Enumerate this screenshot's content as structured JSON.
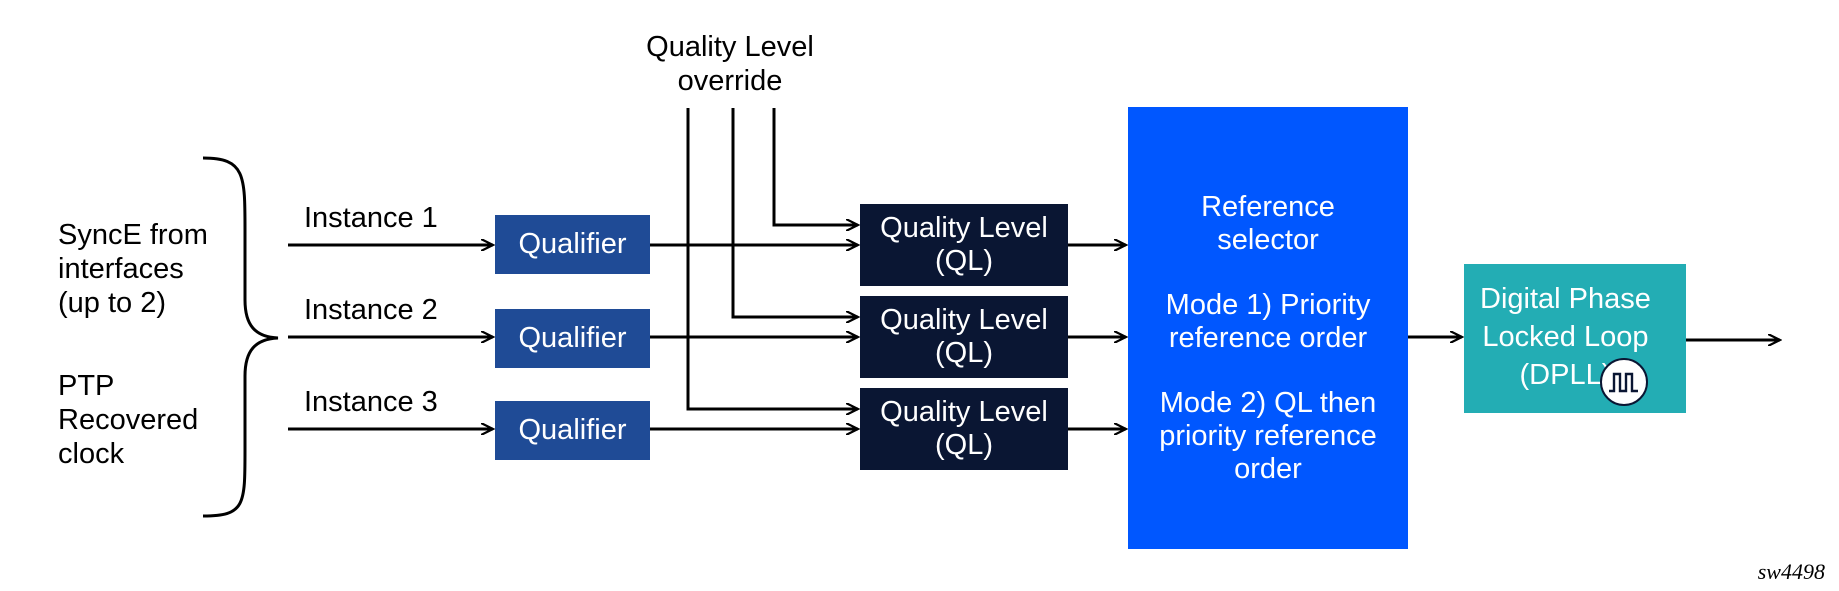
{
  "left_sources": {
    "synce": "SyncE from\ninterfaces\n(up to 2)",
    "ptp": "PTP\nRecovered\nclock"
  },
  "override_label": "Quality Level\noverride",
  "instances": [
    "Instance 1",
    "Instance 2",
    "Instance 3"
  ],
  "qualifier_label": "Qualifier",
  "ql_blocks": [
    {
      "line1": "Quality Level",
      "line2": "(QL)"
    },
    {
      "line1": "Quality Level",
      "line2": "(QL)"
    },
    {
      "line1": "Quality Level",
      "line2": "(QL)"
    }
  ],
  "selector": {
    "title": "Reference\nselector",
    "mode1": "Mode 1) Priority\nreference order",
    "mode2": "Mode 2) QL then\npriority reference\norder"
  },
  "dpll": {
    "label": "Digital Phase\nLocked Loop\n(DPLL)"
  },
  "figure_id": "sw4498",
  "colors": {
    "qualifier": "#1f4b96",
    "ql": "#0a1633",
    "selector": "#0057ff",
    "dpll": "#23adb4"
  },
  "icons": [
    "brace-icon",
    "arrow-icon",
    "clock-wave-icon"
  ]
}
